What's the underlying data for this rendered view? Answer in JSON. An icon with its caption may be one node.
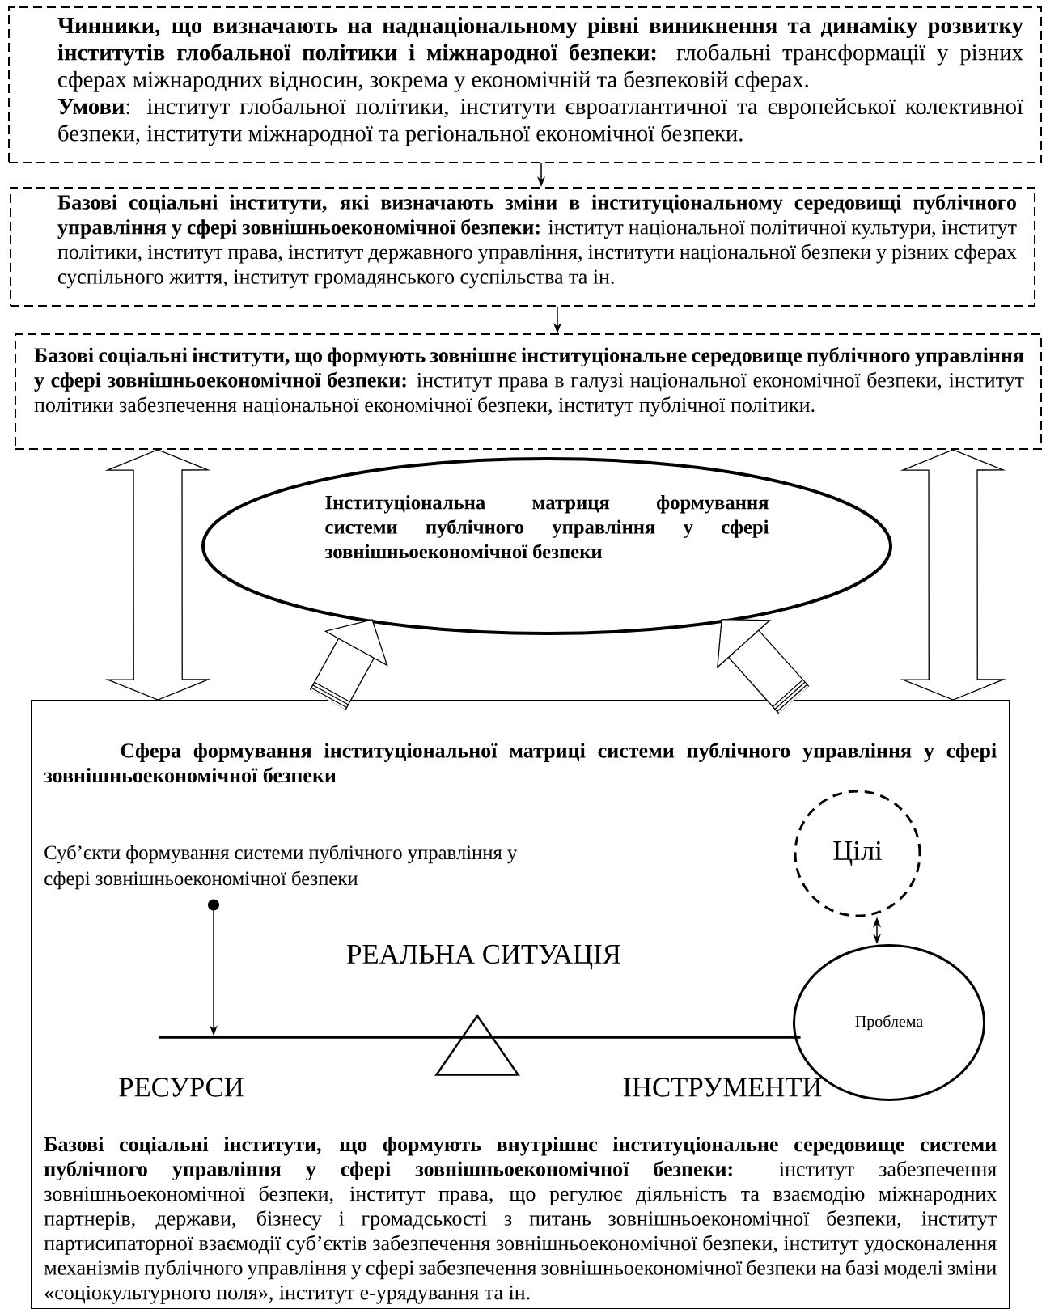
{
  "diagram": {
    "nodes": [
      {
        "text": [
          "**Чинники, що визначають на наднаціональному рівні виникнення та динаміку розвитку інститутів глобальної політики і міжнародної безпеки:** глобальні трансформації у різних сферах міжнародних відносин, зокрема у економічній та безпековій сферах.",
          "**Умови**: інститут глобальної політики, інститути євроатлантичної та європейської колективної безпеки, інститути міжнародної та регіональної економічної безпеки."
        ]
      },
      {
        "text": [
          "**Базові соціальні інститути, які визначають зміни в інституціональному середовищі публічного управління у сфері зовнішньоекономічної безпеки:** інститут національної політичної культури, інститут політики, інститут права, інститут державного управління, інститути національної безпеки у різних сферах суспільного життя, інститут громадянського суспільства та ін."
        ]
      },
      {
        "text": [
          "**Базові соціальні інститути, що формують зовнішнє інституціональне середовище публічного управління у сфері зовнішньоекономічної безпеки:** інститут права в галузі національної економічної безпеки, інститут політики забезпечення національної економічної безпеки, інститут публічної політики."
        ]
      },
      {
        "text": [
          "Інституціональна матриця формування системи публічного управління у сфері зовнішньоекономічної безпеки"
        ]
      },
      {
        "text": [
          "Сфера формування інституціональної матриці системи публічного управління у сфері зовнішньоекономічної безпеки",
          "**Базові соціальні інститути, що формують внутрішнє інституціональне середовище системи публічного управління у сфері зовнішньоекономічної безпеки:** інститут забезпечення зовнішньоекономічної безпеки, інститут права, що регулює діяльність та взаємодію міжнародних партнерів, держави, бізнесу і громадськості з питань зовнішньоекономічної безпеки, інститут партисипаторної взаємодії суб’єктів забезпечення зовнішньоекономічної безпеки, інститут удосконалення механізмів публічного управління у сфері забезпечення зовнішньоекономічної безпеки на базі моделі зміни «соціокультурного поля», інститут е-урядування та ін."
        ]
      },
      {
        "text": [
          "Суб’єкти формування системи публічного управління у сфері зовнішньоекономічної безпеки"
        ],
        "in": 4
      },
      {
        "text": [
          "Цілі"
        ],
        "in": 4
      },
      {
        "text": [
          "Проблема"
        ],
        "in": 4
      },
      {
        "text": [],
        "shape": "bar",
        "in": 4
      },
      {
        "text": [],
        "shape": "triangle",
        "in": 4
      }
    ],
    "edges": [
      {
        "from": 0,
        "to": 1,
        "arrow": "to"
      },
      {
        "from": 1,
        "to": 2,
        "arrow": "to"
      },
      {
        "from": 2,
        "to": 4,
        "arrow": "both"
      },
      {
        "from": 2,
        "to": 4,
        "arrow": "both"
      },
      {
        "from": 4,
        "to": 3,
        "arrow": "to"
      },
      {
        "from": 4,
        "to": 3,
        "arrow": "to"
      },
      {
        "from": 5,
        "to": 8,
        "arrow": "to"
      },
      {
        "from": 6,
        "to": 7,
        "arrow": "both"
      }
    ],
    "labels": [
      "РЕАЛЬНА СИТУАЦІЯ",
      "РЕСУРСИ",
      "ІНСТРУМЕНТИ"
    ]
  }
}
